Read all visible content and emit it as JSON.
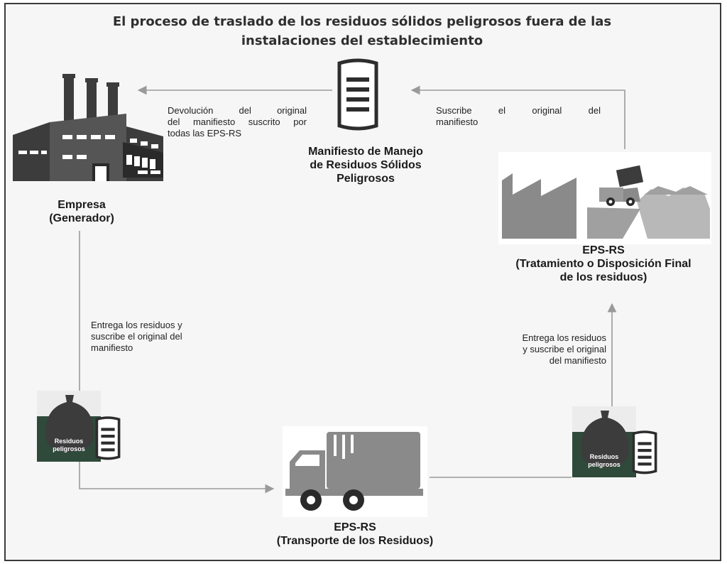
{
  "title": {
    "line1": "El proceso de traslado de los residuos sólidos peligrosos fuera de las",
    "line2": "instalaciones del establecimiento"
  },
  "nodes": {
    "empresa": {
      "line1": "Empresa",
      "line2": "(Generador)"
    },
    "manifiesto": {
      "line1": "Manifiesto de Manejo",
      "line2": "de Residuos Sólidos",
      "line3": "Peligrosos"
    },
    "eps_final": {
      "line1": "EPS-RS",
      "line2": "(Tratamiento o Disposición Final",
      "line3": "de los residuos)"
    },
    "eps_transporte": {
      "line1": "EPS-RS",
      "line2": "(Transporte de los Residuos)"
    }
  },
  "bags": {
    "left": {
      "line1": "Residuos",
      "line2": "peligrosos"
    },
    "right": {
      "line1": "Residuos",
      "line2": "peligrosos"
    }
  },
  "edges": {
    "devolucion": {
      "line1": "Devolución del original",
      "line2": "del manifiesto suscrito por",
      "line3": "todas las EPS-RS"
    },
    "suscribe": {
      "line1": "Suscribe el original del",
      "line2": "manifiesto"
    },
    "entrega_left": {
      "line1": "Entrega los residuos y",
      "line2": "suscribe el original del",
      "line3": "manifiesto"
    },
    "entrega_right": {
      "line1": "Entrega los residuos",
      "line2": "y suscribe el original",
      "line3": "del manifiesto"
    }
  },
  "colors": {
    "icon_dark": "#3c3c3c",
    "icon_gray": "#8a8a8a",
    "arrow": "#9a9a9a",
    "bag_green": "#2f4a3a",
    "frame": "#3a3a3a"
  }
}
